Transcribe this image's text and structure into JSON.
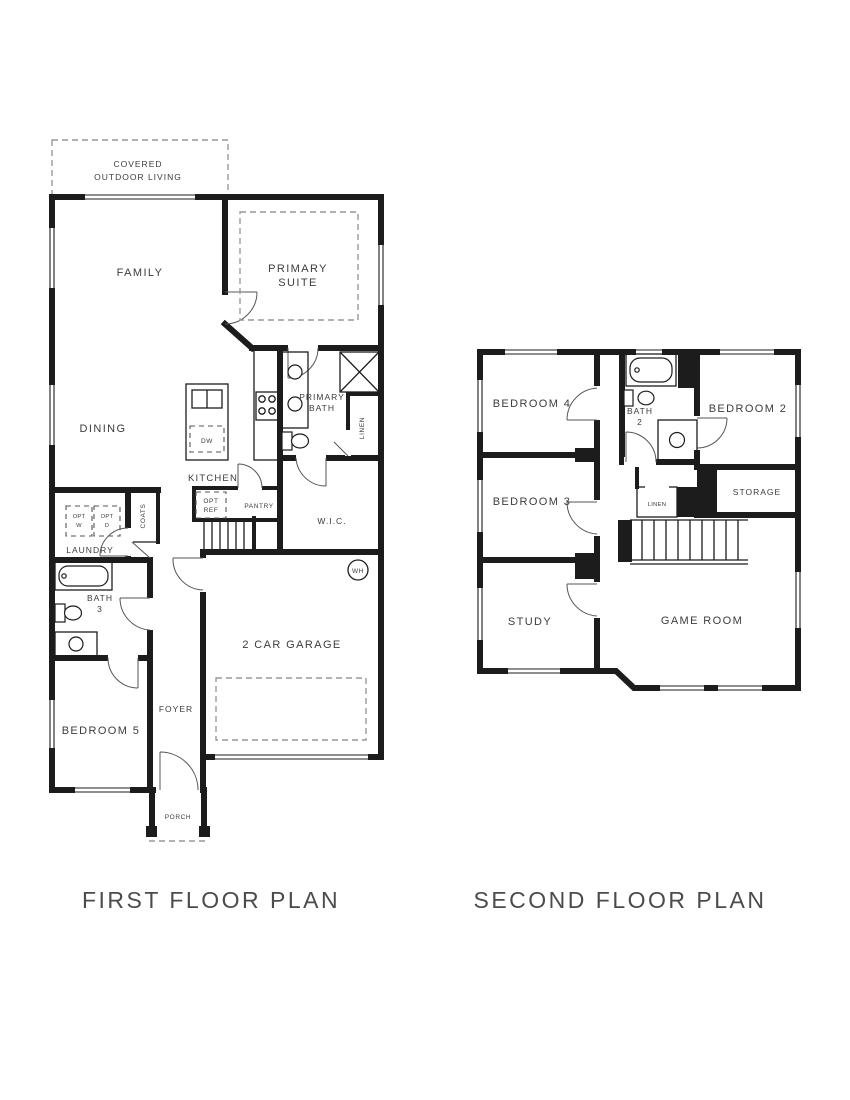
{
  "titles": {
    "first": "FIRST FLOOR PLAN",
    "second": "SECOND FLOOR PLAN"
  },
  "first_floor": {
    "covered_outdoor_line1": "COVERED",
    "covered_outdoor_line2": "OUTDOOR LIVING",
    "family": "FAMILY",
    "primary_suite_line1": "PRIMARY",
    "primary_suite_line2": "SUITE",
    "dining": "DINING",
    "kitchen": "KITCHEN",
    "primary_bath_line1": "PRIMARY",
    "primary_bath_line2": "BATH",
    "linen": "LINEN",
    "pantry": "PANTRY",
    "opt_ref_line1": "OPT",
    "opt_ref_line2": "REF",
    "wic": "W.I.C.",
    "coats": "COATS",
    "opt_w_line1": "OPT",
    "opt_w_line2": "W",
    "opt_d_line1": "OPT",
    "opt_d_line2": "D",
    "laundry": "LAUNDRY",
    "bath3_line1": "BATH",
    "bath3_line2": "3",
    "water_heater": "WH",
    "dishwasher": "DW",
    "garage": "2 CAR GARAGE",
    "bedroom5": "BEDROOM 5",
    "foyer": "FOYER",
    "porch": "PORCH"
  },
  "second_floor": {
    "bedroom4": "BEDROOM 4",
    "bath2_line1": "BATH",
    "bath2_line2": "2",
    "bedroom2": "BEDROOM 2",
    "bedroom3": "BEDROOM 3",
    "linen": "LINEN",
    "storage": "STORAGE",
    "study": "STUDY",
    "game_room": "GAME ROOM"
  },
  "colors": {
    "wall": "#1c1c1c",
    "label": "#3c3c3c",
    "title": "#4b4b4b",
    "dashed": "#999999"
  }
}
